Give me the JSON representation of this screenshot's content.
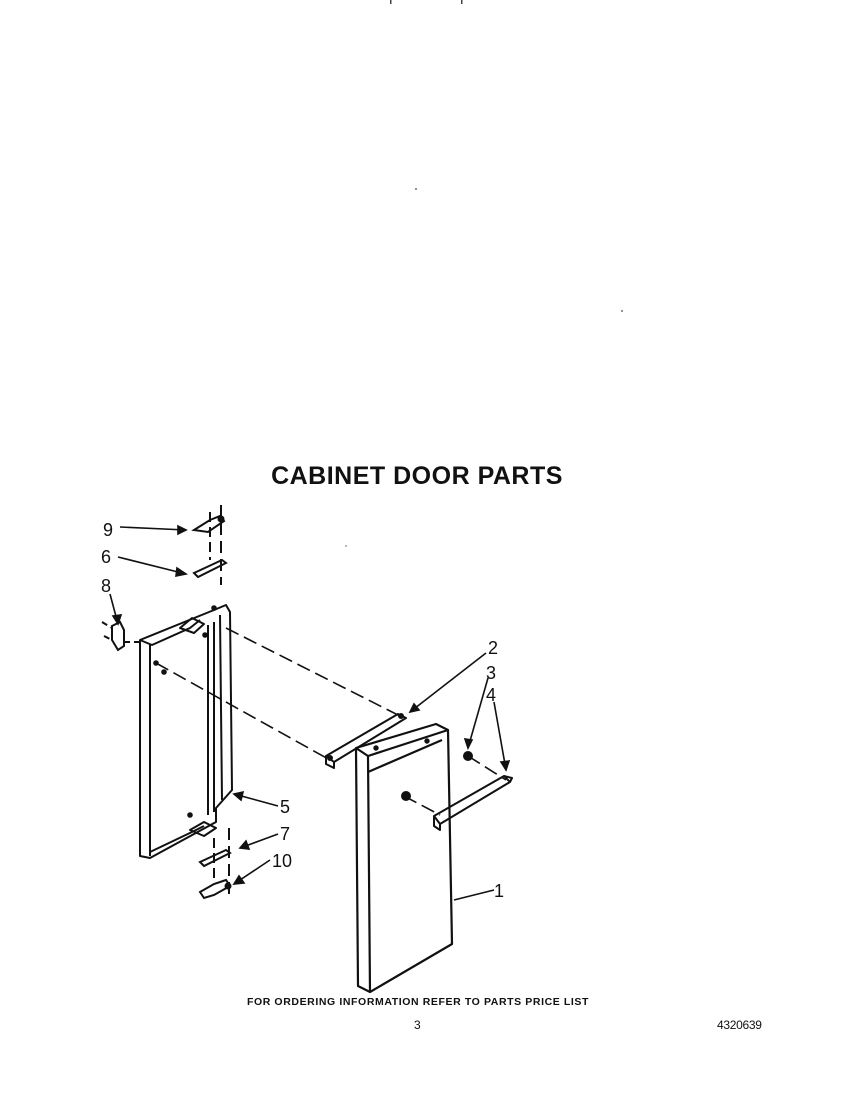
{
  "title": "CABINET DOOR PARTS",
  "callouts": {
    "c1": "1",
    "c2": "2",
    "c3": "3",
    "c4": "4",
    "c5": "5",
    "c6": "6",
    "c7": "7",
    "c8": "8",
    "c9": "9",
    "c10": "10"
  },
  "footer": {
    "ordering_note": "FOR ORDERING INFORMATION REFER TO PARTS PRICE LIST",
    "page_number": "3",
    "doc_number": "4320639"
  },
  "colors": {
    "ink": "#111111",
    "paper": "#ffffff"
  }
}
